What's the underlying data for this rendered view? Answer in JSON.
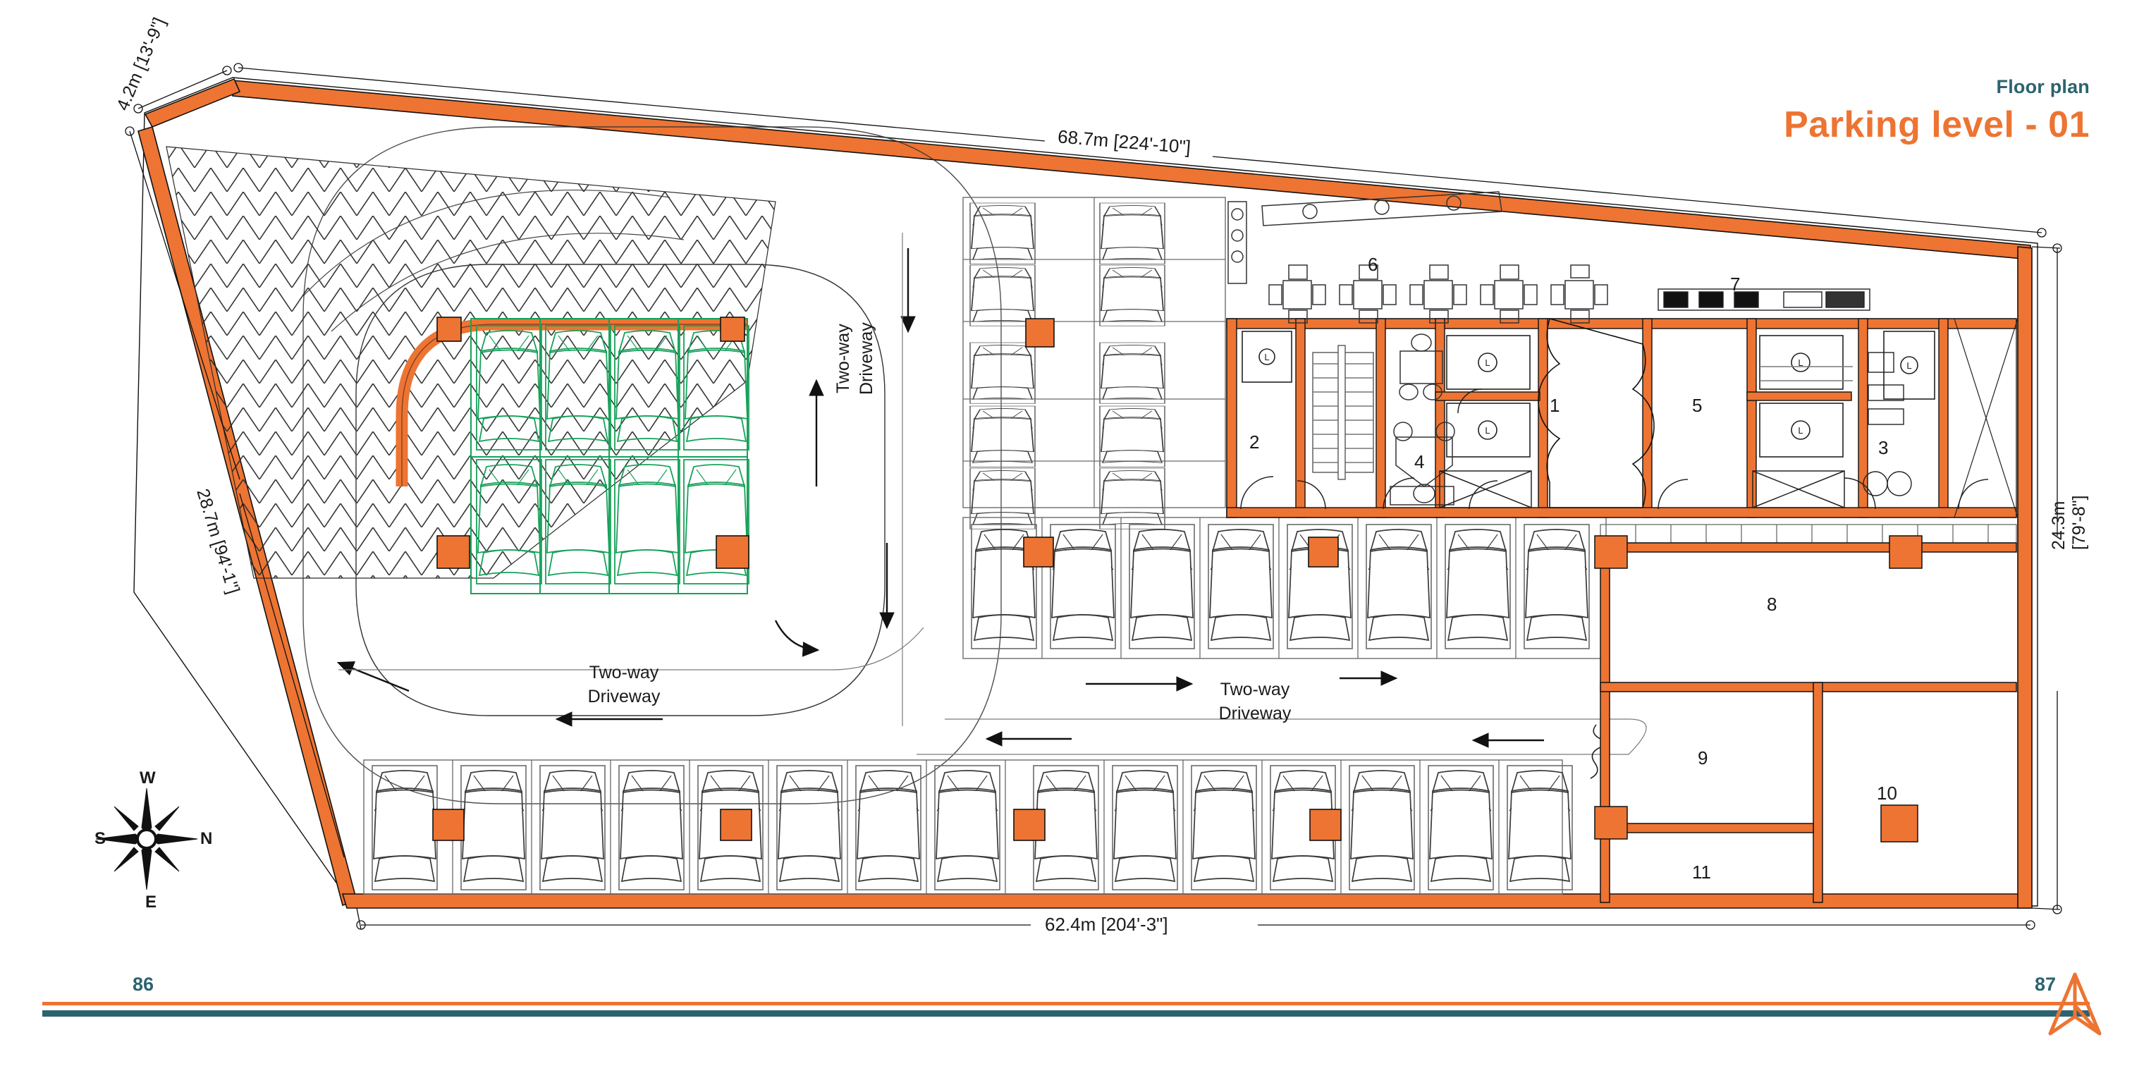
{
  "header": {
    "subtitle": "Floor plan",
    "title": "Parking level - 01",
    "accent_orange": "#ed7432",
    "accent_teal": "#2b6470"
  },
  "footer": {
    "page_left": "86",
    "page_right": "87",
    "logo_name": "compass-arrow-logo"
  },
  "dimensions": {
    "top": "68.7m [224'-10\"]",
    "bottom": "62.4m [204'-3\"]",
    "left_upper": "4.2m [13'-9\"]",
    "left_lower": "28.7m [94'-1\"]",
    "right": "24.3m [79'-8\"]"
  },
  "compass": {
    "top": "W",
    "right": "N",
    "bottom": "E",
    "left": "S"
  },
  "driveway_labels": [
    {
      "id": "center-vertical",
      "line1": "Two-way",
      "line2": "Driveway",
      "orientation": "vertical"
    },
    {
      "id": "mid-left",
      "line1": "Two-way",
      "line2": "Driveway",
      "orientation": "horizontal"
    },
    {
      "id": "mid-right",
      "line1": "Two-way",
      "line2": "Driveway",
      "orientation": "horizontal"
    }
  ],
  "rooms": [
    {
      "number": "1",
      "name": "lift-lobby"
    },
    {
      "number": "2",
      "name": "service-room"
    },
    {
      "number": "3",
      "name": "stair-lobby-east"
    },
    {
      "number": "4",
      "name": "office"
    },
    {
      "number": "5",
      "name": "amenity-room"
    },
    {
      "number": "6",
      "name": "seating-area"
    },
    {
      "number": "7",
      "name": "pantry"
    },
    {
      "number": "8",
      "name": "storage-large"
    },
    {
      "number": "9",
      "name": "storage-mid"
    },
    {
      "number": "10",
      "name": "storage-east"
    },
    {
      "number": "11",
      "name": "storage-small"
    }
  ],
  "colors": {
    "wall": "#ed7432",
    "wall_stroke": "#1a1a1a",
    "car_outline": "#3a3a3a",
    "car_highlight": "#17a15a",
    "dim_line": "#111111"
  },
  "legend_counts": {
    "highlighted_stalls": 8,
    "highlight_color": "#17a15a"
  }
}
